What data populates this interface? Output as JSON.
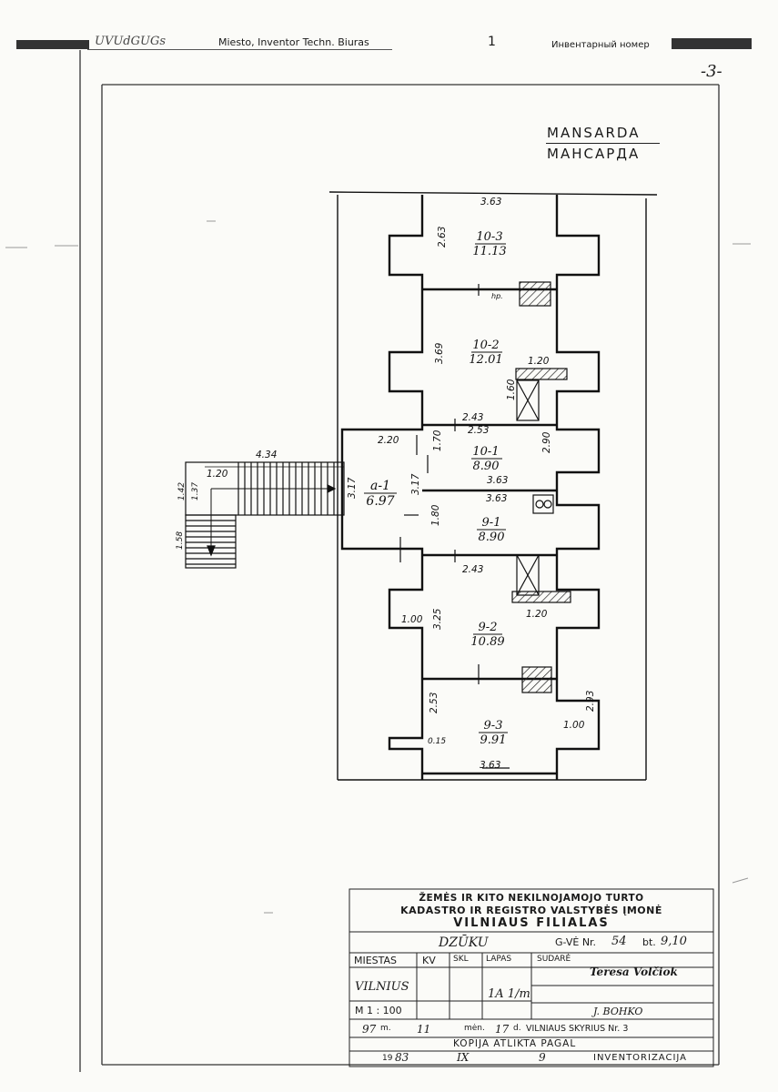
{
  "header": {
    "left_handwriting": "UVUdGUGs",
    "form_fields": "Miesto,  Inventor  Techn.  Biuras",
    "page_mark": "1",
    "inventory_label": "Инвентарный номер",
    "sheet_number": "-3-"
  },
  "title": {
    "lt": "MANSARDA",
    "ru": "МАНСАРДА"
  },
  "rooms": [
    {
      "id": "10-3",
      "area": "11.13"
    },
    {
      "id": "10-2",
      "area": "12.01"
    },
    {
      "id": "10-1",
      "area": "8.90"
    },
    {
      "id": "a-1",
      "area": "6.97"
    },
    {
      "id": "9-1",
      "area": "8.90"
    },
    {
      "id": "9-2",
      "area": "10.89"
    },
    {
      "id": "9-3",
      "area": "9.91"
    }
  ],
  "dims": {
    "d363_top": "3.63",
    "d263": "2.63",
    "hp": "hp.",
    "d369": "3.69",
    "d120_a": "1.20",
    "d160": "1.60",
    "d243_a": "2.43",
    "d253": "2.53",
    "d220": "2.20",
    "d170": "1.70",
    "d290": "2.90",
    "d363_b": "3.63",
    "d363_c": "3.63",
    "d317_a": "3.17",
    "d317_b": "3.17",
    "d180": "1.80",
    "d243_b": "2.43",
    "d120_b": "1.20",
    "d100_a": "1.00",
    "d325": "3.25",
    "d253_b": "2.53",
    "d100_b": "1.00",
    "d293": "2.93",
    "d015": "0.15",
    "d363_bottom": "3.63",
    "d434": "4.34",
    "d120_stair": "1.20",
    "d142": "1.42",
    "d137": "1.37",
    "d158": "1.58"
  },
  "stamp": {
    "org_line1": "ŽEMĖS IR KITO NEKILNOJAMOJO TURTO",
    "org_line2": "KADASTRO IR REGISTRO VALSTYBĖS ĮMONĖ",
    "org_line3": "VILNIAUS FILIALAS",
    "street": "DZŪKU",
    "street_no_label": "G-VĖ Nr.",
    "street_no": "54",
    "bt_label": "bt.",
    "bt_no": "9,10",
    "col_miestas": "MIESTAS",
    "col_kv": "KV",
    "col_skl": "SKL",
    "col_lapas": "LAPAS",
    "col_sudare": "SUDARĖ",
    "city": "VILNIUS",
    "scale": "M 1 : 100",
    "sheet": "1A 1/m",
    "compiler": "Teresa Volčiok",
    "checker": "J. BOHKO",
    "date_y": "97",
    "date_y_label": "m.",
    "date_m": "11",
    "date_m_label": "mėn.",
    "date_d": "17",
    "date_d_label": "d.",
    "office": "VILNIAUS SKYRIUS Nr. 3",
    "copy_label": "KOPIJA ATLIKTA PAGAL",
    "inv_year_prefix": "19",
    "inv_year": "83",
    "inv_m": "IX",
    "inv_d": "9",
    "inv_label": "INVENTORIZACIJA"
  }
}
